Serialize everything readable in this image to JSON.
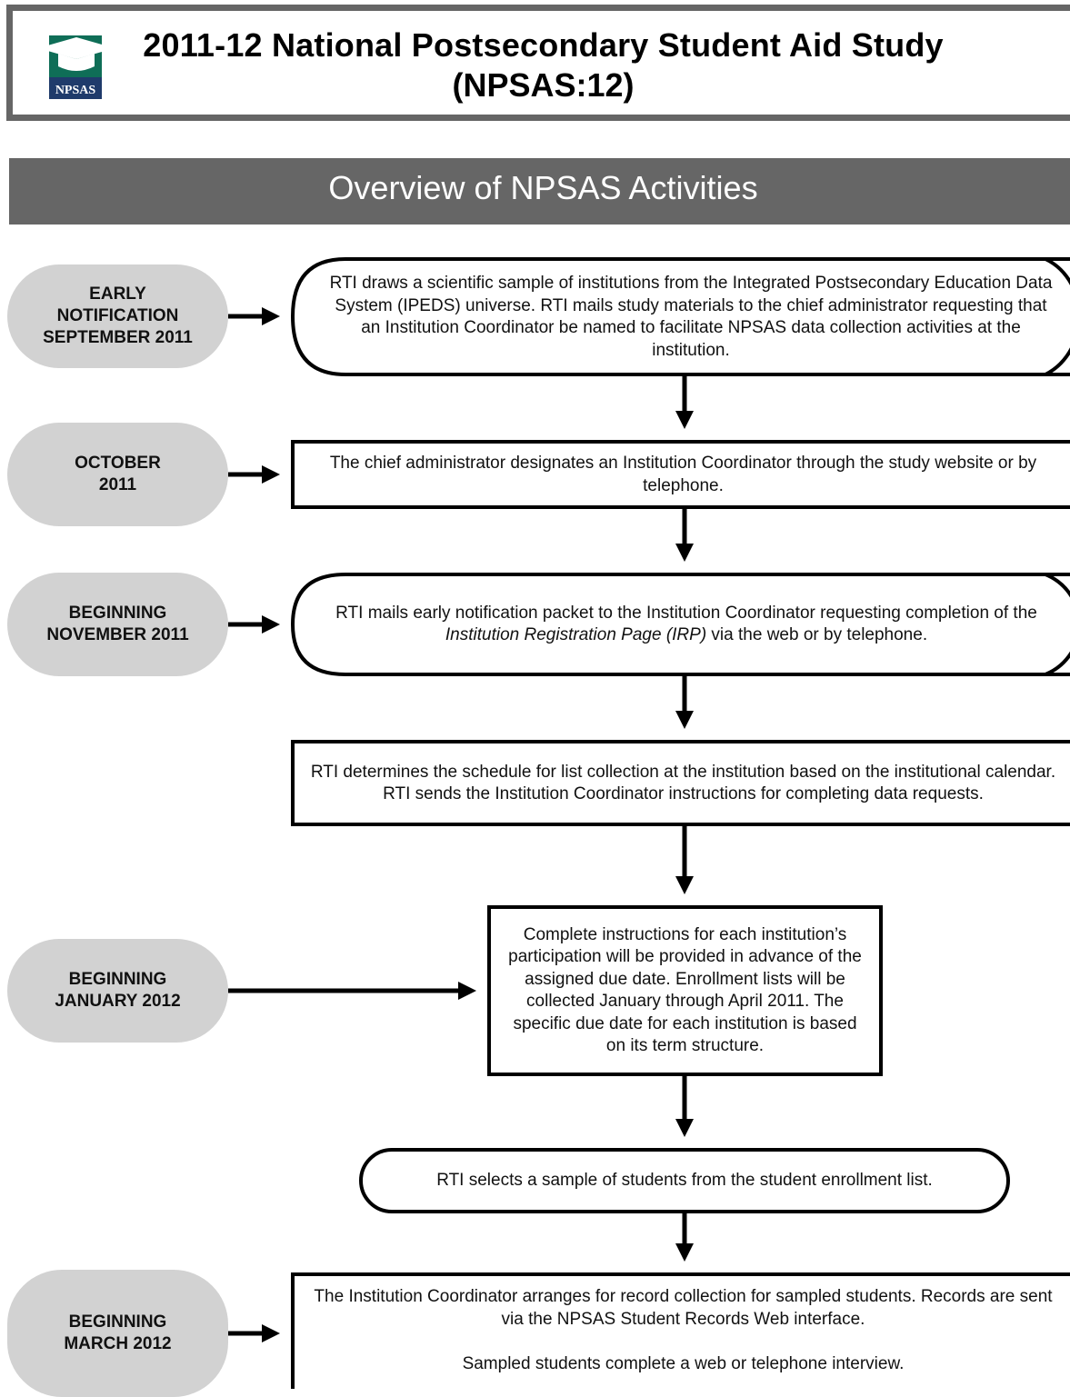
{
  "header": {
    "logo_text": "NPSAS",
    "title_line1": "2011-12 National Postsecondary Student Aid Study",
    "title_line2": "(NPSAS:12)"
  },
  "banner": {
    "title": "Overview of NPSAS Activities"
  },
  "timeline": [
    {
      "line1": "EARLY",
      "line2": "NOTIFICATION",
      "line3": "SEPTEMBER 2011"
    },
    {
      "line1": "OCTOBER",
      "line2": "2011"
    },
    {
      "line1": "BEGINNING",
      "line2": "NOVEMBER 2011"
    },
    {
      "line1": "BEGINNING",
      "line2": "JANUARY 2012"
    },
    {
      "line1": "BEGINNING",
      "line2": "MARCH 2012"
    }
  ],
  "steps": [
    {
      "text": "RTI draws a scientific sample of institutions from the Integrated Postsecondary Education Data System (IPEDS) universe. RTI mails study materials to the chief administrator requesting that an Institution Coordinator be named to facilitate NPSAS data collection activities at the institution."
    },
    {
      "text": "The chief administrator designates an Institution Coordinator through the study website or by telephone."
    },
    {
      "text_before": "RTI mails early notification packet to the Institution Coordinator requesting completion of the ",
      "text_italic": "Institution Registration Page (IRP)",
      "text_after": " via the web or by telephone."
    },
    {
      "text": "RTI determines the schedule for list collection at the institution based on the institutional calendar.  RTI sends the Institution Coordinator instructions for completing data requests."
    },
    {
      "text": "Complete instructions for each institution’s participation will be provided in advance of the assigned due date. Enrollment lists will be collected January through April 2011. The specific due date for each institution is based on its term structure."
    },
    {
      "text": "RTI selects a sample of students from the student enrollment list."
    },
    {
      "text": "The Institution Coordinator arranges for record collection for sampled students. Records are sent via the NPSAS Student Records Web interface.",
      "text2": "Sampled students complete a web or telephone interview."
    }
  ],
  "colors": {
    "header_border": "#666666",
    "banner_bg": "#666666",
    "pill_bg": "#d2d2d2",
    "logo_green": "#0f6e57",
    "logo_navy": "#1f3b6b"
  }
}
